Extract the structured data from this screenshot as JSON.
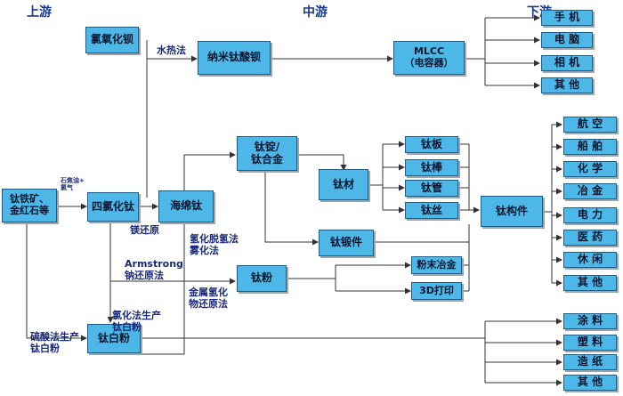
{
  "headers": {
    "upstream": "上游",
    "midstream": "中游",
    "downstream": "下游"
  },
  "nodes": {
    "ilmenite": "钛铁矿、\n金红石等",
    "barium_chloride": "氯氧化钡",
    "ticl4": "四氯化钛",
    "sponge": "海绵钛",
    "nano_bt": "纳米钛酸钡",
    "mlcc": "MLCC\n（电容器）",
    "ti_ingot": "钛锭/\n钛合金",
    "ti_material": "钛材",
    "ti_forging": "钛锻件",
    "ti_plate": "钛板",
    "ti_rod": "钛棒",
    "ti_tube": "钛管",
    "ti_wire": "钛丝",
    "ti_parts": "钛构件",
    "ti_powder": "钛粉",
    "pm": "粉末冶金",
    "print3d": "3D打印",
    "tio2": "钛白粉"
  },
  "mlcc_uses": [
    "手 机",
    "电 脑",
    "相 机",
    "其 他"
  ],
  "parts_uses": [
    "航 空",
    "船 舶",
    "化 学",
    "冶 金",
    "电 力",
    "医 药",
    "休 闲",
    "其 他"
  ],
  "tio2_uses": [
    "涂 料",
    "塑 料",
    "造 纸",
    "其 他"
  ],
  "labels": {
    "hydrothermal": "水热法",
    "petcoke": "石焦油+\n氯气",
    "mg_reduction": "镁还原",
    "hydride": "氢化脱氢法\n雾化法",
    "armstrong": "Armstrong\n钠还原法",
    "metal_hydride": "金属氢化\n物还原法",
    "chloride_process": "氯化法生产\n钛白粉",
    "sulfate_process": "硫酸法生产\n钛白粉"
  },
  "colors": {
    "box_fill": "#4db8e8",
    "box_border": "#1d5f86",
    "header": "#1a3a8a",
    "line": "#333333"
  }
}
